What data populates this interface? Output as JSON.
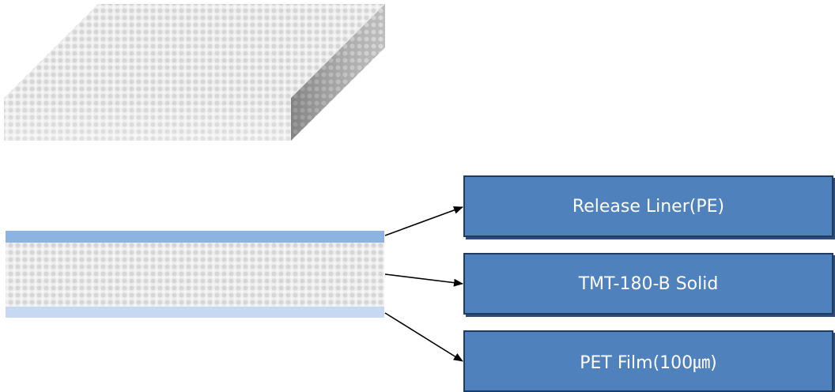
{
  "layers": {
    "release_liner": {
      "label": "Release Liner(PE)",
      "color": "#8db3e2"
    },
    "solid": {
      "label": "TMT-180-B Solid",
      "color": "#e6e6e6"
    },
    "pet_film": {
      "label": "PET Film(100㎛)",
      "color": "#c6d9f1"
    }
  },
  "colors": {
    "label_box_fill": "#4f81bd",
    "label_box_border": "#1f3b61",
    "arrow": "#000000",
    "texture_base": "#eeeeee",
    "texture_dot": "#d0d0d0",
    "side_face": "#8c8c8c"
  }
}
